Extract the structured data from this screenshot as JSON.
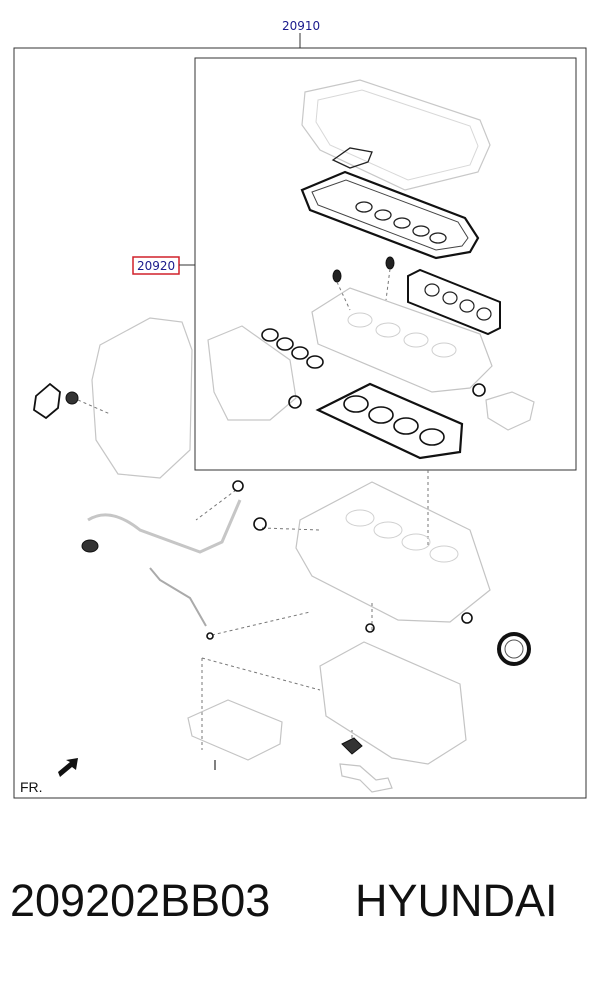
{
  "diagram": {
    "outer_callout": "20910",
    "inner_callout": "20920",
    "front_label": "FR.",
    "highlight_color": "#d0212a",
    "callout_color": "#1a1a8c",
    "line_color": "#9a9a9a"
  },
  "caption": {
    "part_number": "209202BB03",
    "brand": "HYUNDAI"
  }
}
